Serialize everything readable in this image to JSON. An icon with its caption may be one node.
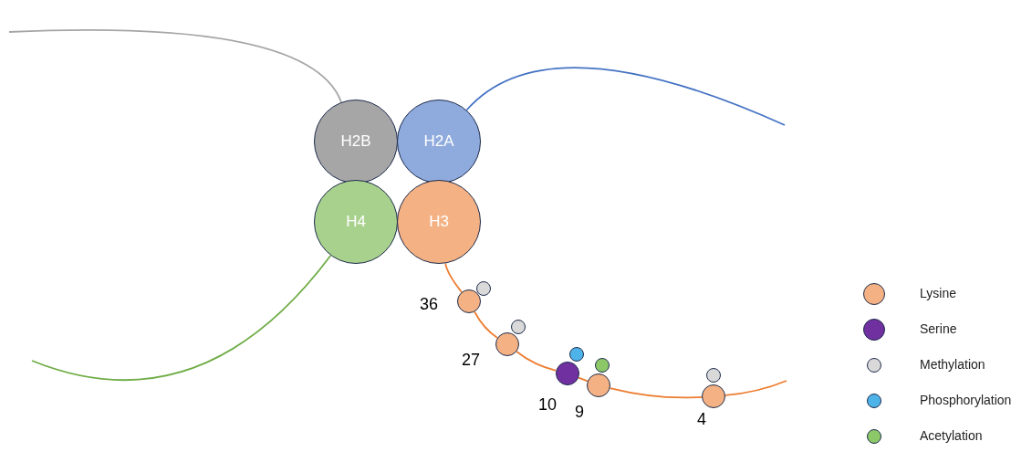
{
  "diagram": {
    "nodes": [
      {
        "text": [
          "H2B"
        ]
      },
      {
        "text": [
          "H2A"
        ]
      },
      {
        "text": [
          "H4"
        ]
      },
      {
        "text": [
          "H3"
        ]
      },
      {
        "text": [],
        "shape": "circle",
        "beside": [
          "36"
        ]
      },
      {
        "text": [],
        "shape": "circle",
        "beside": [
          "27"
        ]
      },
      {
        "text": [],
        "shape": "circle",
        "beside": [
          "10"
        ]
      },
      {
        "text": [],
        "shape": "circle",
        "beside": [
          "9"
        ]
      },
      {
        "text": [],
        "shape": "circle",
        "beside": [
          "4"
        ]
      },
      {
        "text": [],
        "shape": "circle"
      },
      {
        "text": [],
        "shape": "circle"
      },
      {
        "text": [],
        "shape": "circle"
      },
      {
        "text": [],
        "shape": "circle"
      },
      {
        "text": [],
        "shape": "circle"
      }
    ],
    "edges": [
      {
        "from": 0,
        "to": null,
        "arrow": "none",
        "color": "#a6a6a6"
      },
      {
        "from": 1,
        "to": null,
        "arrow": "none",
        "color": "#4472c4"
      },
      {
        "from": 2,
        "to": null,
        "arrow": "none",
        "color": "#70ad47"
      },
      {
        "from": 3,
        "to": 4,
        "arrow": "none"
      },
      {
        "from": 4,
        "to": 5,
        "arrow": "none"
      },
      {
        "from": 5,
        "to": 6,
        "arrow": "none"
      },
      {
        "from": 6,
        "to": 7,
        "arrow": "none"
      },
      {
        "from": 7,
        "to": 8,
        "arrow": "none"
      },
      {
        "from": 8,
        "to": null,
        "arrow": "none"
      }
    ],
    "legend": [
      {
        "text": "Lysine",
        "color": "#f4b183"
      },
      {
        "text": "Serine",
        "color": "#7030a0"
      },
      {
        "text": "Methylation",
        "color": "#d9d9d9"
      },
      {
        "text": "Phosphorylation",
        "color": "#4eb3e8"
      },
      {
        "text": "Acetylation",
        "color": "#8cc768"
      }
    ]
  }
}
